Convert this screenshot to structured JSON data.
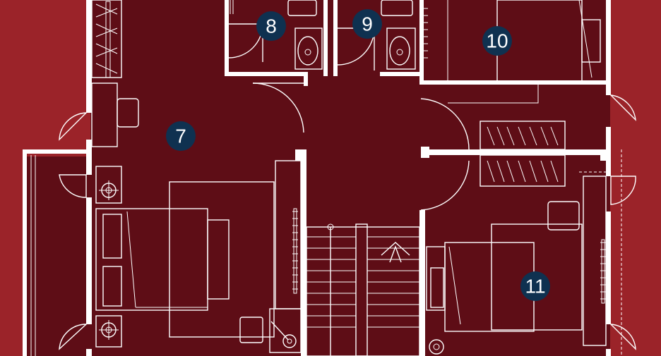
{
  "colors": {
    "background": "#9b2329",
    "floor": "#5e0d16",
    "lines": "#ffffff",
    "marker": "#0f3150"
  },
  "markers": [
    {
      "id": "room-7",
      "label": "7"
    },
    {
      "id": "room-8",
      "label": "8"
    },
    {
      "id": "room-9",
      "label": "9"
    },
    {
      "id": "room-10",
      "label": "10"
    },
    {
      "id": "room-11",
      "label": "11"
    }
  ]
}
